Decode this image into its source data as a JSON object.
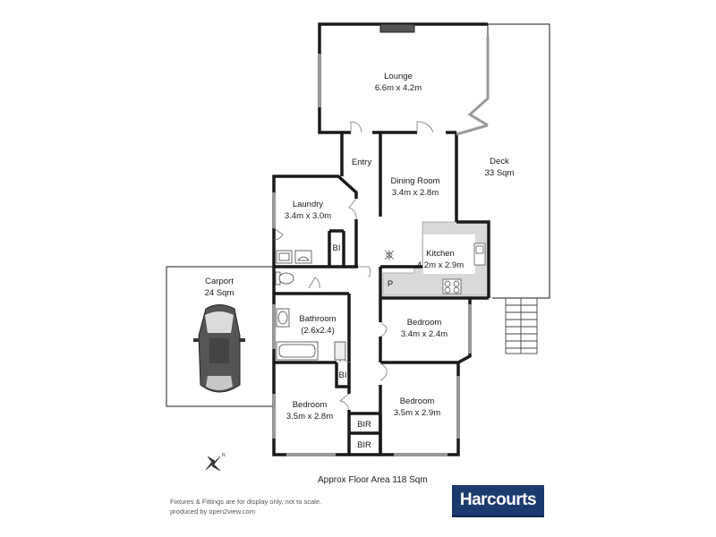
{
  "rooms": {
    "lounge": {
      "name": "Lounge",
      "size": "6.6m x 4.2m"
    },
    "deck": {
      "name": "Deck",
      "size": "33 Sqm"
    },
    "entry": {
      "name": "Entry"
    },
    "dining": {
      "name": "Dining Room",
      "size": "3.4m x 2.8m"
    },
    "laundry": {
      "name": "Laundry",
      "size": "3.4m x 3.0m"
    },
    "kitchen": {
      "name": "Kitchen",
      "size": "4.2m x 2.9m"
    },
    "carport": {
      "name": "Carport",
      "size": "24 Sqm"
    },
    "bathroom": {
      "name": "Bathroom",
      "size": "(2.6x2.4)"
    },
    "bedroom1": {
      "name": "Bedroom",
      "size": "3.4m x 2.4m"
    },
    "bedroom2": {
      "name": "Bedroom",
      "size": "3.5m x 2.8m"
    },
    "bedroom3": {
      "name": "Bedroom",
      "size": "3.5m x 2.9m"
    },
    "bi1": "BI",
    "bi2": "BI",
    "bir1": "BIR",
    "bir2": "BIR",
    "pantry": "P"
  },
  "footer": {
    "floor_area": "Approx Floor Area 118 Sqm",
    "disclaimer": "Fixtures & Fittings are for display only, not to scale.",
    "produced_by": "produced by open2view.com",
    "logo_text": "Harcourts"
  },
  "colors": {
    "wall": "#1a1a1a",
    "window": "#9a9a9a",
    "bench": "#d9d9d9",
    "logo_bg": "#1d3a6e"
  },
  "icons": [
    "compass-icon",
    "car-icon",
    "stairs-icon",
    "sink-icon",
    "stove-icon",
    "toilet-icon",
    "bathtub-icon",
    "door-swing-icon"
  ]
}
